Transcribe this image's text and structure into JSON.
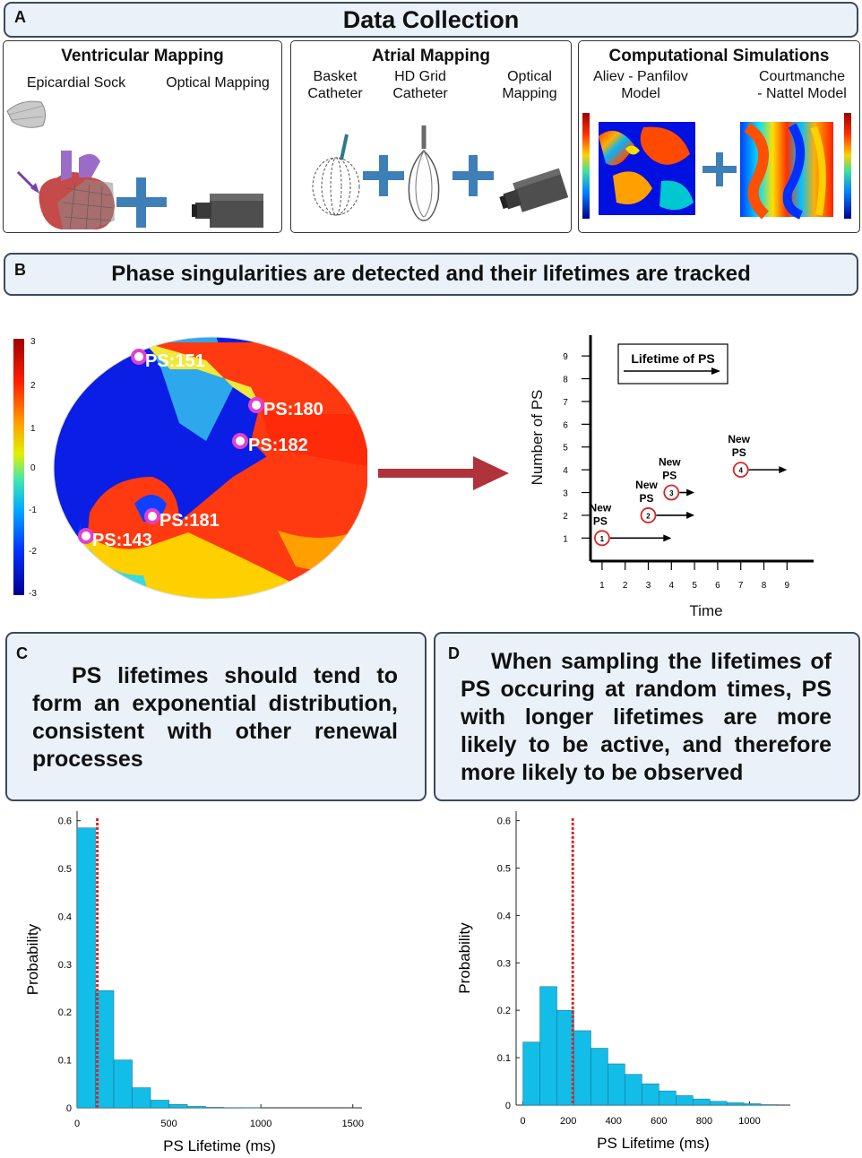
{
  "panel_a": {
    "letter": "A",
    "title": "Data Collection",
    "ventricular": {
      "title": "Ventricular Mapping",
      "left_label": "Epicardial Sock",
      "right_label": "Optical Mapping"
    },
    "atrial": {
      "title": "Atrial Mapping",
      "label_1": "Basket\nCatheter",
      "label_2": "HD Grid\nCatheter",
      "label_3": "Optical\nMapping"
    },
    "computational": {
      "title": "Computational Simulations",
      "left_label": "Aliev - Panfilov\nModel",
      "right_label": "Courtmanche\n- Nattel Model"
    }
  },
  "panel_b": {
    "letter": "B",
    "title": "Phase singularities are detected and their lifetimes are tracked",
    "colorbar_ticks": [
      "3",
      "2",
      "1",
      "0",
      "-1",
      "-2",
      "-3"
    ],
    "ps_labels": [
      "PS:151",
      "PS:180",
      "PS:182",
      "PS:181",
      "PS:143"
    ],
    "lifetime_chart": {
      "legend": "Lifetime of PS",
      "xlabel": "Time",
      "ylabel": "Number of PS",
      "x_ticks": [
        "1",
        "2",
        "3",
        "4",
        "5",
        "6",
        "7",
        "8",
        "9"
      ],
      "y_ticks": [
        "1",
        "2",
        "3",
        "4",
        "5",
        "6",
        "7",
        "8",
        "9"
      ],
      "new_ps_label": "New\nPS",
      "events": [
        {
          "id": "1",
          "start": 1,
          "end": 4,
          "y": 1
        },
        {
          "id": "2",
          "start": 3,
          "end": 5,
          "y": 2
        },
        {
          "id": "3",
          "start": 4,
          "end": 5,
          "y": 3
        },
        {
          "id": "4",
          "start": 7,
          "end": 9,
          "y": 4
        }
      ]
    }
  },
  "panel_c": {
    "letter": "C",
    "text": "PS lifetimes should tend to form an exponential distribution, consistent with other renewal processes"
  },
  "panel_d": {
    "letter": "D",
    "text": "When sampling the lifetimes of PS occuring at random times, PS with longer lifetimes are more likely to be active, and therefore more likely to be observed"
  },
  "colors": {
    "bar": "#12bde8",
    "mean_line": "#d62728",
    "arrow": "#b0323a",
    "plus": "#3f7fb8"
  },
  "chart_data": [
    {
      "type": "bar",
      "xlabel": "PS Lifetime (ms)",
      "ylabel": "Probability",
      "xlim": [
        0,
        1550
      ],
      "ylim": [
        0,
        0.62
      ],
      "x_ticks": [
        0,
        500,
        1000,
        1500
      ],
      "y_ticks": [
        0,
        0.1,
        0.2,
        0.3,
        0.4,
        0.5,
        0.6
      ],
      "bin_width": 100,
      "bin_starts": [
        0,
        100,
        200,
        300,
        400,
        500,
        600,
        700,
        800,
        900
      ],
      "values": [
        0.585,
        0.245,
        0.1,
        0.042,
        0.016,
        0.007,
        0.003,
        0.001,
        0.0005,
        0.0002
      ],
      "mean_line_x": 110
    },
    {
      "type": "bar",
      "xlabel": "PS Lifetime (ms)",
      "ylabel": "Probability",
      "xlim": [
        -30,
        1180
      ],
      "ylim": [
        0,
        0.62
      ],
      "x_ticks": [
        0,
        200,
        400,
        600,
        800,
        1000
      ],
      "y_ticks": [
        0,
        0.1,
        0.2,
        0.3,
        0.4,
        0.5,
        0.6
      ],
      "bin_width": 75,
      "bin_starts": [
        0,
        75,
        150,
        225,
        300,
        375,
        450,
        525,
        600,
        675,
        750,
        825,
        900,
        975,
        1050
      ],
      "values": [
        0.133,
        0.25,
        0.2,
        0.157,
        0.12,
        0.087,
        0.065,
        0.045,
        0.03,
        0.02,
        0.013,
        0.008,
        0.005,
        0.003,
        0.001
      ],
      "mean_line_x": 220
    }
  ]
}
